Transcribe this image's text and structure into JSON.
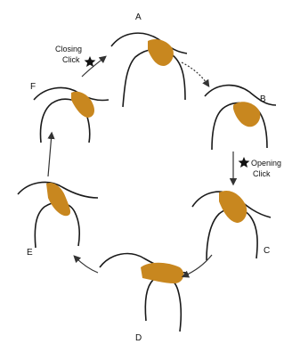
{
  "colors": {
    "disc": "#c8871f",
    "line": "#1a1a1a",
    "arrow": "#333333",
    "background": "#ffffff"
  },
  "stages": [
    {
      "letter": "A"
    },
    {
      "letter": "B"
    },
    {
      "letter": "C"
    },
    {
      "letter": "D"
    },
    {
      "letter": "E"
    },
    {
      "letter": "F"
    }
  ],
  "annotations": {
    "closing": {
      "line1": "Closing",
      "line2": "Click",
      "icon": "star-icon"
    },
    "opening": {
      "line1": "Opening",
      "line2": "Click",
      "icon": "star-icon"
    }
  }
}
